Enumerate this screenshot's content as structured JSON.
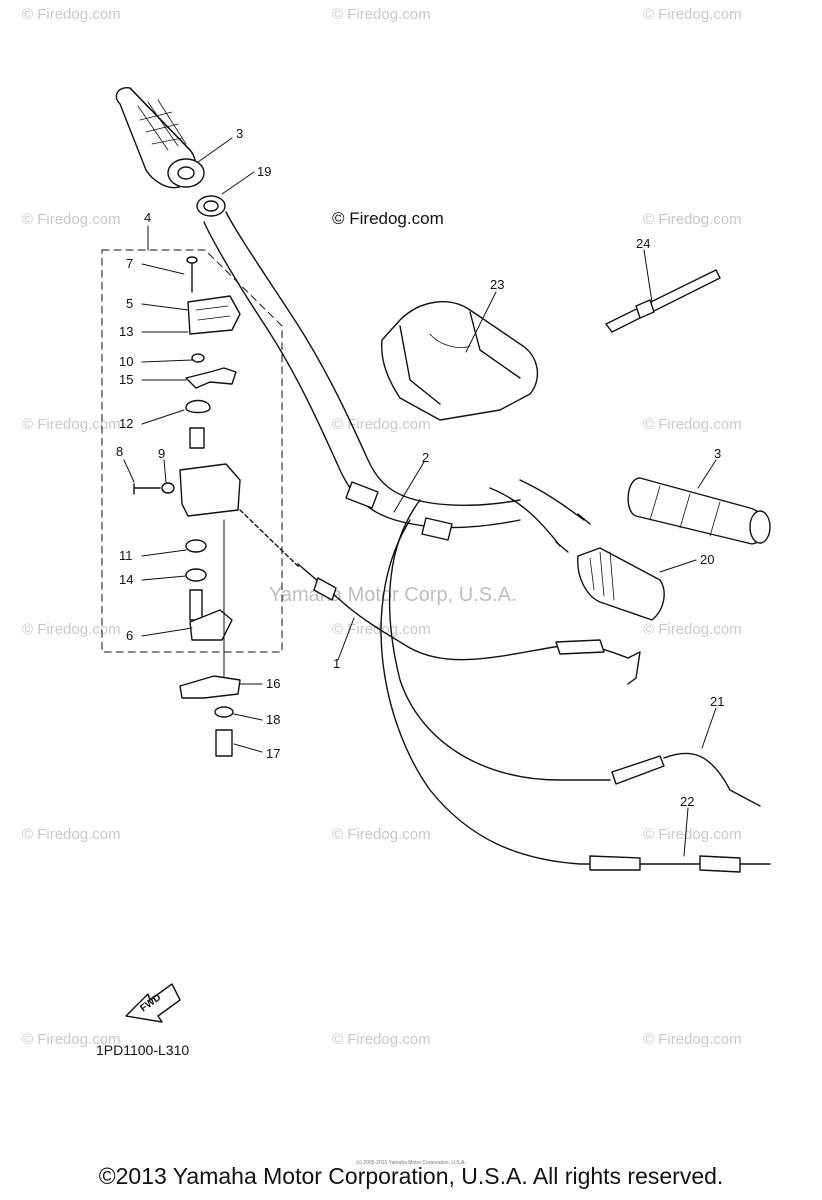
{
  "watermark": "© Firedog.com",
  "center_watermark": "Yamaha Motor Corp, U.S.A.",
  "center_label": "© Firedog.com",
  "diagram_code": "1PD1100-L310",
  "fwd_label": "FWD",
  "copyright": "©2013 Yamaha Motor Corporation, U.S.A. All rights reserved.",
  "tiny_copyright": "(c) 2005-2015 Yamaha Motor Corporation, U.S.A.",
  "callouts": [
    "1",
    "2",
    "3",
    "3",
    "4",
    "5",
    "6",
    "7",
    "8",
    "9",
    "10",
    "11",
    "12",
    "13",
    "14",
    "15",
    "16",
    "17",
    "18",
    "19",
    "20",
    "21",
    "22",
    "23",
    "24"
  ]
}
